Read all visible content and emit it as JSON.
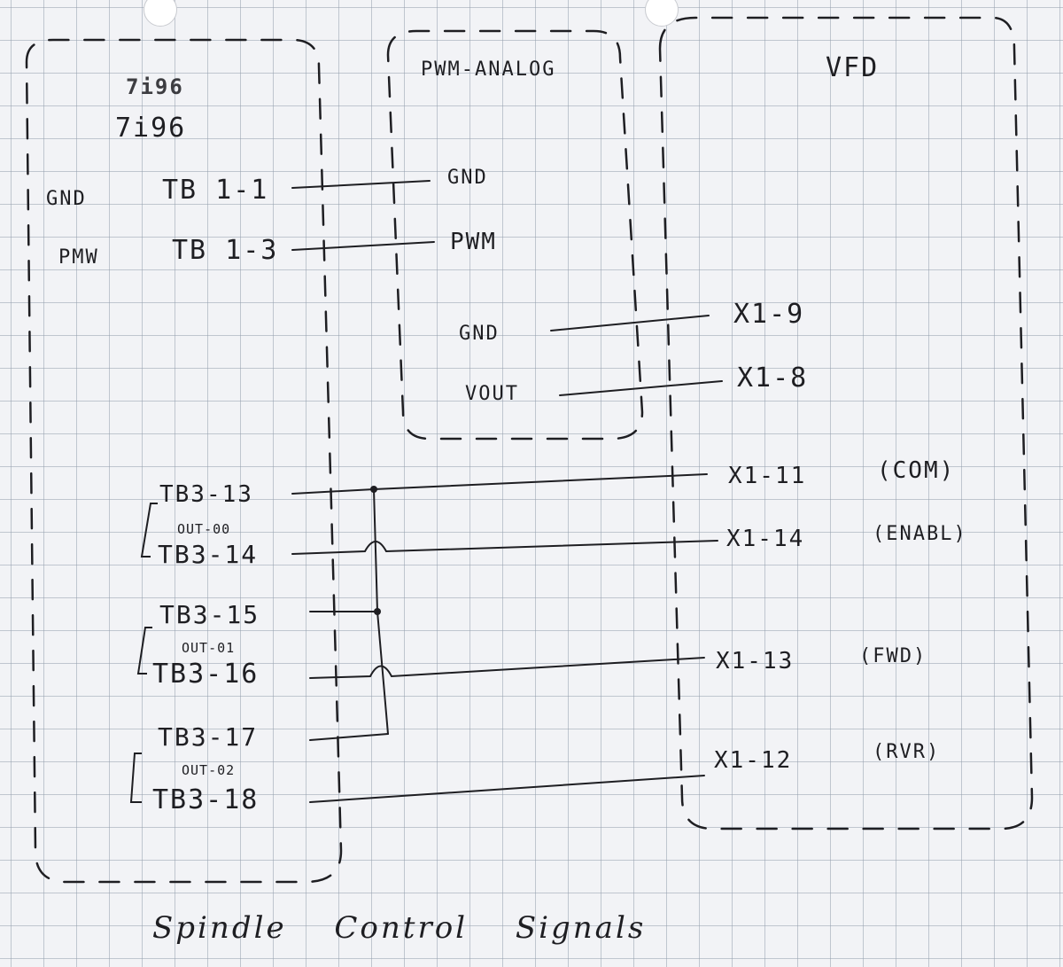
{
  "diagram": {
    "title": "Spindle Control Signals",
    "blocks": {
      "controller": {
        "name_scribbled": "7i96",
        "name": "7i96"
      },
      "pwm_analog": {
        "name": "PWM-ANALOG"
      },
      "vfd": {
        "name": "VFD"
      }
    },
    "controller_pins": {
      "gnd_signal": "GND",
      "pwm_signal": "PMW",
      "tb1_1": "TB 1-1",
      "tb1_3": "TB 1-3",
      "tb3_13": "TB3-13",
      "out00": "OUT-00",
      "tb3_14": "TB3-14",
      "tb3_15": "TB3-15",
      "out01": "OUT-01",
      "tb3_16": "TB3-16",
      "tb3_17": "TB3-17",
      "out02": "OUT-02",
      "tb3_18": "TB3-18"
    },
    "pwm_pins": {
      "gnd_in": "GND",
      "pwm_in": "PWM",
      "gnd_out": "GND",
      "vout": "VOUT"
    },
    "vfd_pins": {
      "x1_9": "X1-9",
      "x1_8": "X1-8",
      "x1_11": "X1-11",
      "com": "(COM)",
      "x1_14": "X1-14",
      "enabl": "(ENABL)",
      "x1_13": "X1-13",
      "fwd": "(FWD)",
      "x1_12": "X1-12",
      "rvr": "(RVR)"
    },
    "ink_color": "#1e1e22",
    "paper_color": "#f2f3f6",
    "grid_color": "#a0a8b4"
  }
}
